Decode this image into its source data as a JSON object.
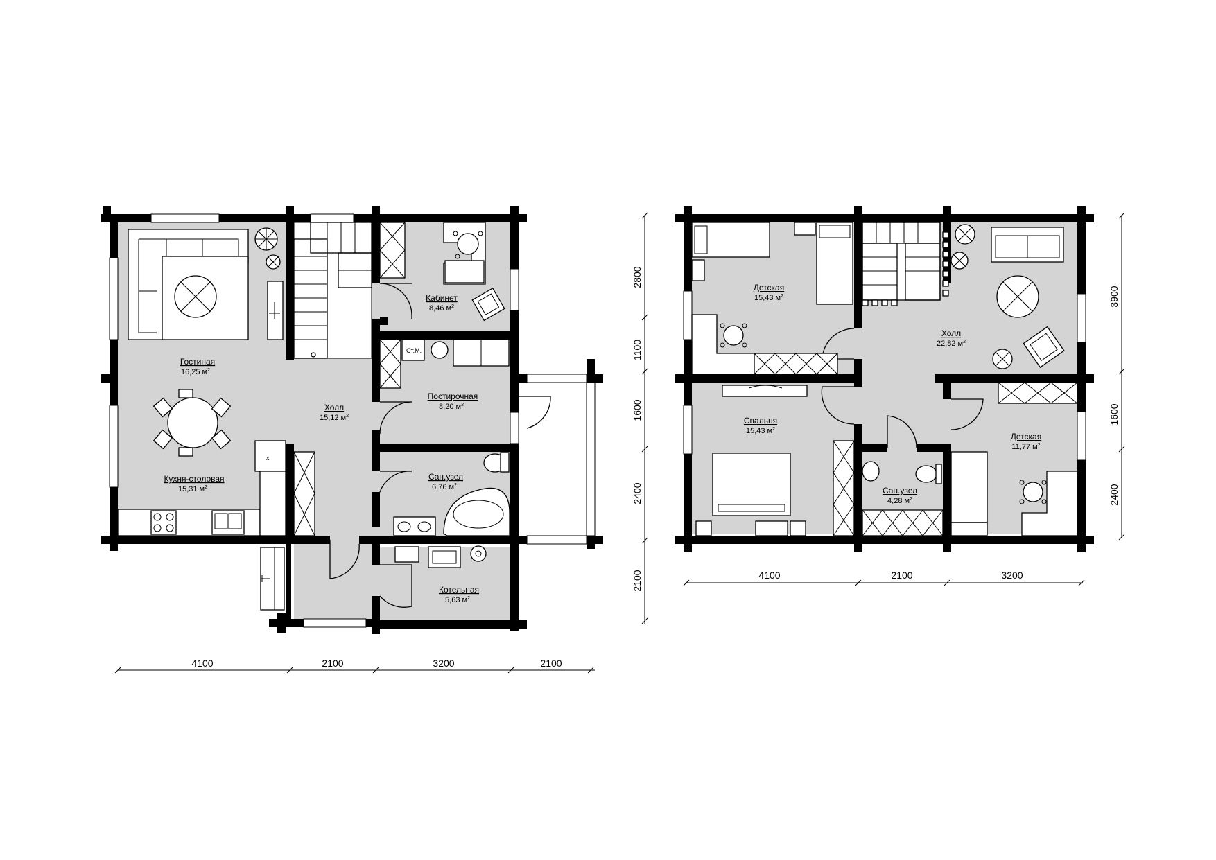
{
  "floor1": {
    "rooms": {
      "living": {
        "name": "Гостиная",
        "area": "16,25 м",
        "sup": "2"
      },
      "kitchen": {
        "name": "Кухня-столовая",
        "area": "15,31 м",
        "sup": "2"
      },
      "hall": {
        "name": "Холл",
        "area": "15,12 м",
        "sup": "2"
      },
      "office": {
        "name": "Кабинет",
        "area": "8,46 м",
        "sup": "2"
      },
      "laundry": {
        "name": "Постирочная",
        "area": "8,20 м",
        "sup": "2"
      },
      "bathroom": {
        "name": "Сан.узел",
        "area": "6,76 м",
        "sup": "2"
      },
      "boiler": {
        "name": "Котельная",
        "area": "5,63 м",
        "sup": "2"
      }
    },
    "washer_label": "Ст.М.",
    "dims_bottom": [
      "4100",
      "2100",
      "3200",
      "2100"
    ]
  },
  "floor2": {
    "rooms": {
      "kids1": {
        "name": "Детская",
        "area": "15,43 м",
        "sup": "2"
      },
      "hall": {
        "name": "Холл",
        "area": "22,82 м",
        "sup": "2"
      },
      "bedroom": {
        "name": "Спальня",
        "area": "15,43 м",
        "sup": "2"
      },
      "bathroom": {
        "name": "Сан.узел",
        "area": "4,28 м",
        "sup": "2"
      },
      "kids2": {
        "name": "Детская",
        "area": "11,77 м",
        "sup": "2"
      }
    },
    "dims_bottom": [
      "4100",
      "2100",
      "3200"
    ],
    "dims_left": [
      "2800",
      "1100",
      "1600",
      "2400",
      "2100"
    ],
    "dims_right": [
      "3900",
      "1600",
      "2400"
    ]
  },
  "colors": {
    "room_fill": "#d4d4d4",
    "wall": "#000000"
  }
}
